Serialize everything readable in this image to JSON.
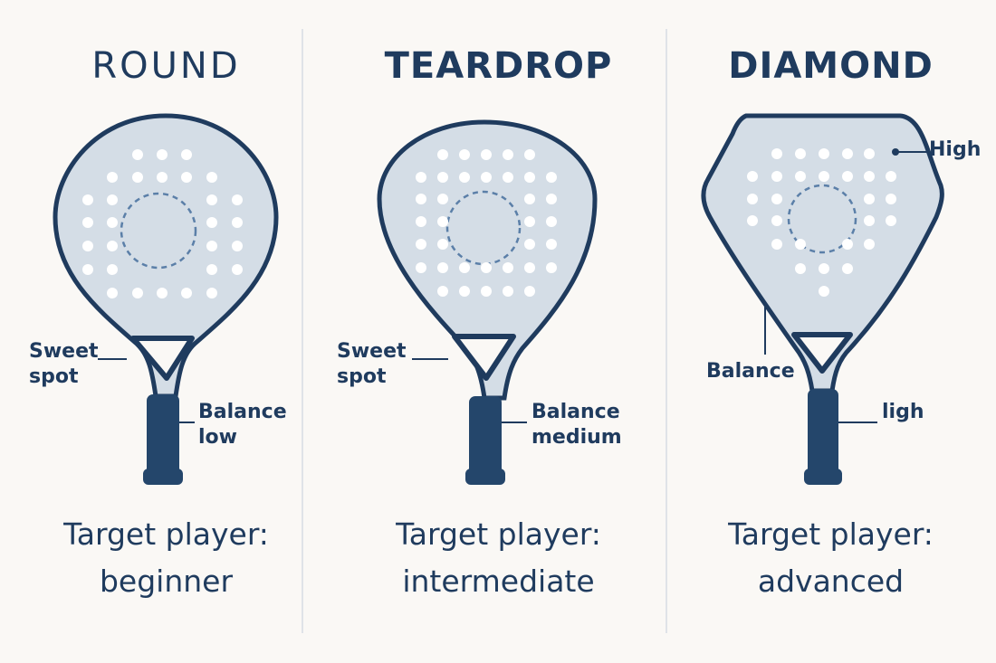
{
  "columns": [
    {
      "shape": "ROUND",
      "label_sweet": "Sweet\nspot",
      "label_balance_1": "Balance",
      "label_balance_2": "low",
      "target_1": "Target player:",
      "target_2": "beginner"
    },
    {
      "shape": "TEARDROP",
      "label_sweet": "Sweet\nspot",
      "label_balance_1": "Balance",
      "label_balance_2": "medium",
      "target_1": "Target player:",
      "target_2": "intermediate"
    },
    {
      "shape": "DIAMOND",
      "label_high": "High",
      "label_balance": "Balance",
      "label_ligh": "ligh",
      "target_1": "Target player:",
      "target_2": "advanced"
    }
  ],
  "colors": {
    "outline": "#1f3b5e",
    "face": "#d4dde6",
    "holes": "#ffffff",
    "sweet_spot_ring": "#5b7fa8",
    "background": "#faf8f5"
  }
}
